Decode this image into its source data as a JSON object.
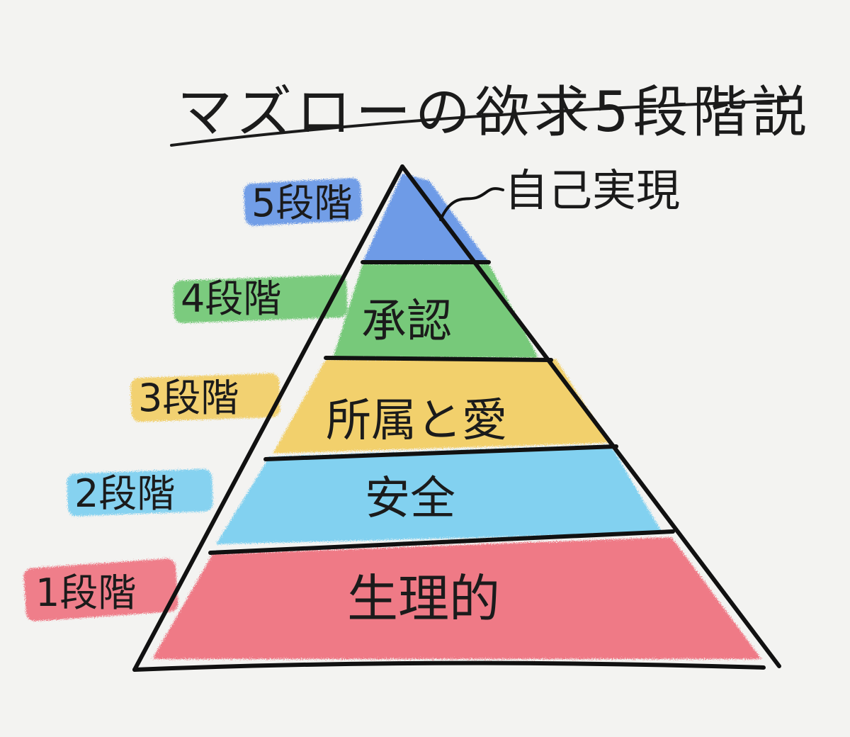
{
  "title": "マズローの欲求5段階説",
  "levels": [
    {
      "stage": "5段階",
      "need": "自己実現",
      "color": "#5b8fe6"
    },
    {
      "stage": "4段階",
      "need": "承認",
      "color": "#66c46a"
    },
    {
      "stage": "3段階",
      "need": "所属と愛",
      "color": "#f2cc5a"
    },
    {
      "stage": "2段階",
      "need": "安全",
      "color": "#73cdf0"
    },
    {
      "stage": "1段階",
      "need": "生理的",
      "color": "#ef6a78"
    }
  ]
}
